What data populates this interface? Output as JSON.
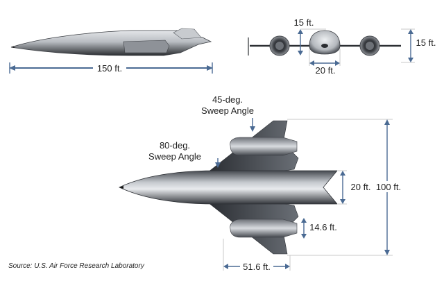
{
  "side_view": {
    "length_label": "150 ft."
  },
  "front_view": {
    "height_label": "15 ft.",
    "right_height_label": "15 ft.",
    "width_label": "20 ft."
  },
  "top_view": {
    "sweep_45_line1": "45-deg.",
    "sweep_45_line2": "Sweep Angle",
    "sweep_80_line1": "80-deg.",
    "sweep_80_line2": "Sweep Angle",
    "fuselage_width_label": "20 ft.",
    "span_label": "100 ft.",
    "nacelle_label": "14.6 ft.",
    "aft_length_label": "51.6 ft."
  },
  "source": "Source: U.S. Air Force Research Laboratory",
  "colors": {
    "dimension": "#4a6a93",
    "hull_dark": "#2e3136",
    "hull_light": "#dcdfe3"
  }
}
